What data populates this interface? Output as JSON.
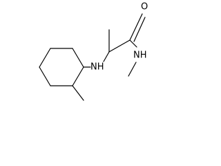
{
  "molecule": {
    "atoms": {
      "oxygen": "O",
      "amine_nitrogen": "NH",
      "amide_nitrogen": "NH"
    },
    "line_color": "#000000",
    "background_color": "#ffffff"
  }
}
